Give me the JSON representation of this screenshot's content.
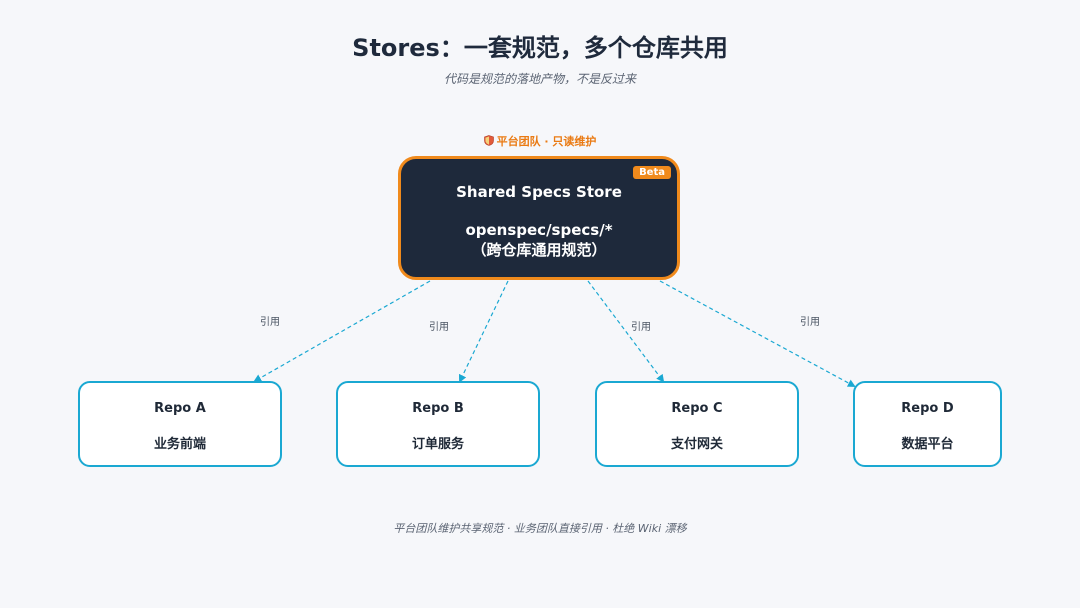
{
  "title": "Stores：一套规范，多个仓库共用",
  "subtitle": "代码是规范的落地产物，不是反过来",
  "team_label": "平台团队 · 只读维护",
  "store": {
    "name": "Shared Specs Store",
    "path": "openspec/specs/*",
    "desc": "（跨仓库通用规范）",
    "badge": "Beta"
  },
  "edge_label": "引用",
  "repos": [
    {
      "name": "Repo A",
      "desc": "业务前端"
    },
    {
      "name": "Repo B",
      "desc": "订单服务"
    },
    {
      "name": "Repo C",
      "desc": "支付网关"
    },
    {
      "name": "Repo D",
      "desc": "数据平台"
    }
  ],
  "footer": "平台团队维护共享规范 · 业务团队直接引用 · 杜绝 Wiki 漂移",
  "colors": {
    "store_bg": "#1e293b",
    "store_border": "#f08a1c",
    "repo_border": "#1aa8d2",
    "edge": "#1aa8d2",
    "accent": "#ea7a12"
  }
}
